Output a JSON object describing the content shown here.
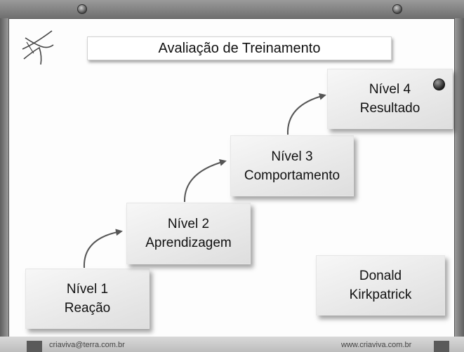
{
  "title": "Avaliação de Treinamento",
  "levels": [
    {
      "line1": "Nível 1",
      "line2": "Reação"
    },
    {
      "line1": "Nível 2",
      "line2": "Aprendizagem"
    },
    {
      "line1": "Nível 3",
      "line2": "Comportamento"
    },
    {
      "line1": "Nível 4",
      "line2": "Resultado"
    }
  ],
  "author": {
    "line1": "Donald",
    "line2": "Kirkpatrick"
  },
  "footer": {
    "email": "criaviva@terra.com.br",
    "website": "www.criaviva.com.br"
  },
  "logo_icon": "bird-logo-icon",
  "colors": {
    "background": "#7d7d7d",
    "board": "#fdfdfd",
    "note": "#e6e6e6",
    "arrow": "#555555"
  }
}
